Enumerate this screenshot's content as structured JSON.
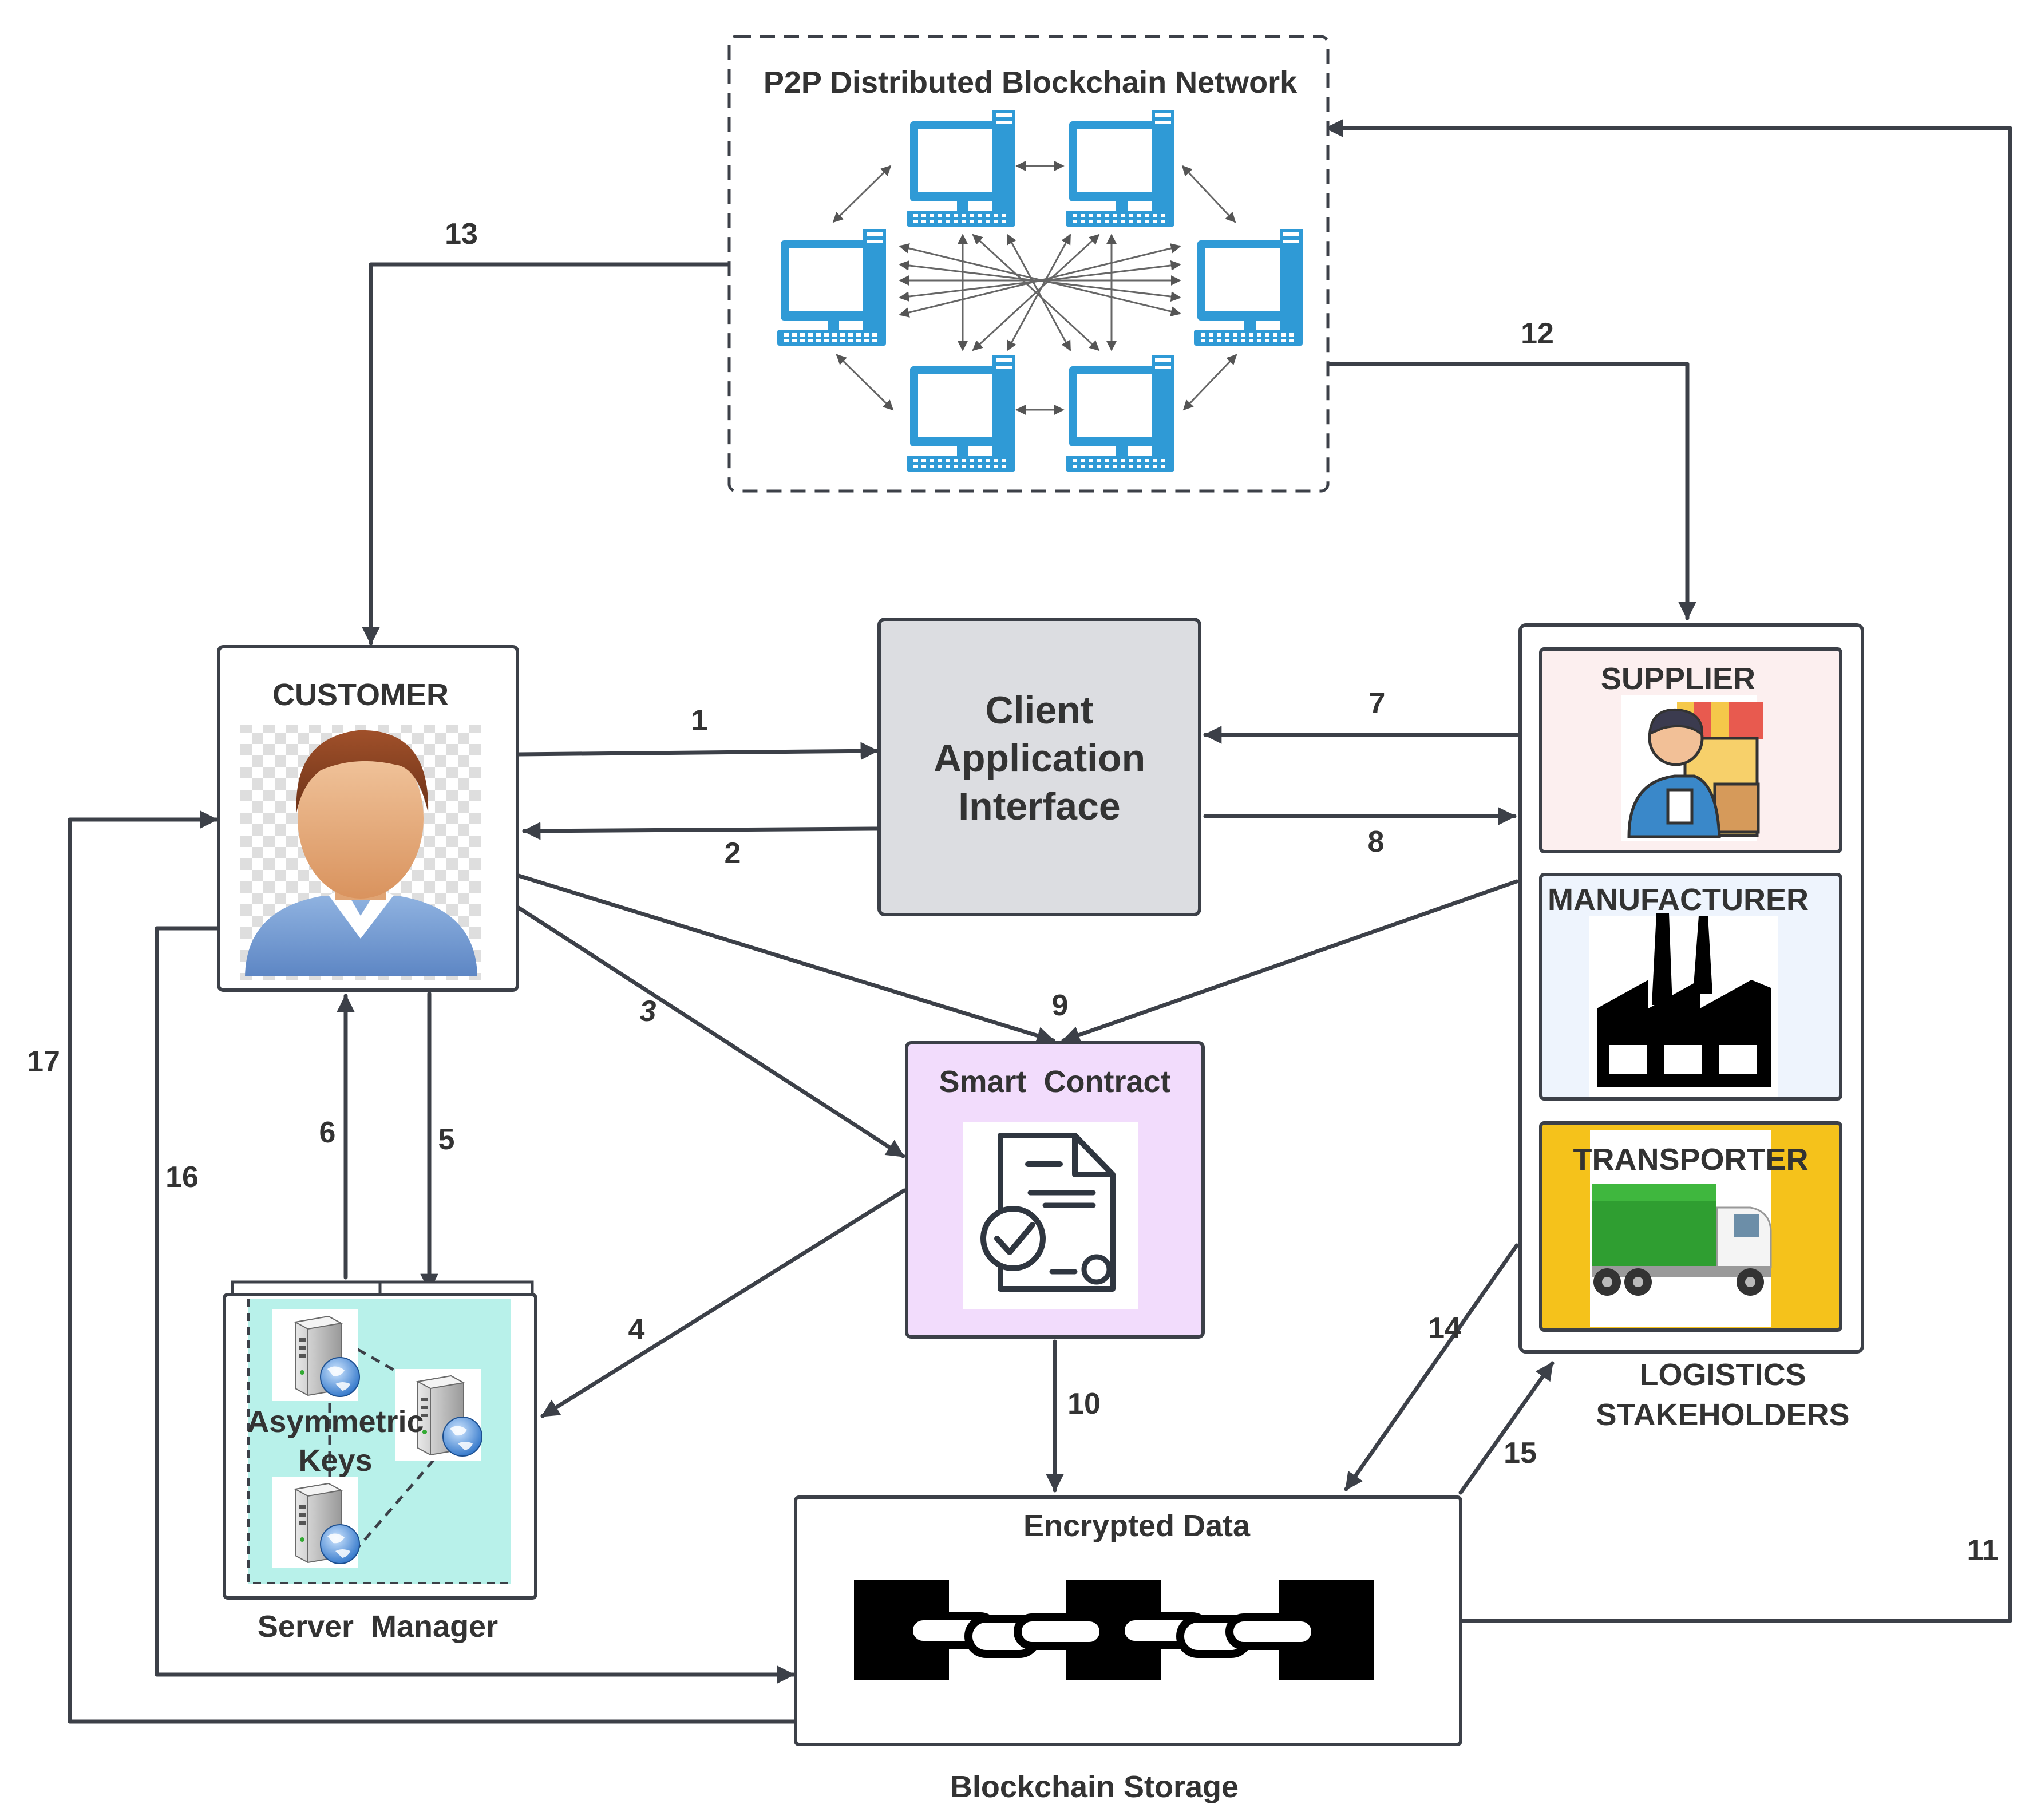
{
  "network": {
    "title": "P2P Distributed Blockchain Network"
  },
  "customer": {
    "title": "CUSTOMER"
  },
  "client_app": {
    "line1": "Client",
    "line2": "Application",
    "line3": "Interface"
  },
  "smart_contract": {
    "title": "Smart  Contract"
  },
  "server": {
    "keys_line1": "Asymmetric",
    "keys_line2": "Keys",
    "caption": "Server  Manager"
  },
  "storage": {
    "title": "Encrypted Data",
    "caption": "Blockchain Storage"
  },
  "stakeholders": {
    "supplier": "SUPPLIER",
    "manufacturer": "MANUFACTURER",
    "transporter": "TRANSPORTER",
    "caption_line1": "LOGISTICS",
    "caption_line2": "STAKEHOLDERS"
  },
  "steps": {
    "s1": "1",
    "s2": "2",
    "s3": "3",
    "s4": "4",
    "s5": "5",
    "s6": "6",
    "s7": "7",
    "s8": "8",
    "s9": "9",
    "s10": "10",
    "s11": "11",
    "s12": "12",
    "s13": "13",
    "s14": "14",
    "s15": "15",
    "s16": "16",
    "s17": "17"
  },
  "colors": {
    "line": "#3c4048",
    "node_border": "#3c4048",
    "client_fill": "#dcdde1",
    "contract_fill": "#f2dcfc",
    "supplier_fill": "#fcefef",
    "manufacturer_fill": "#eef4fd",
    "transporter_fill": "#f5c21b",
    "server_fill": "#b8f1ea",
    "computer_blue": "#2f9ad6",
    "truck_green": "#2f9e31"
  }
}
